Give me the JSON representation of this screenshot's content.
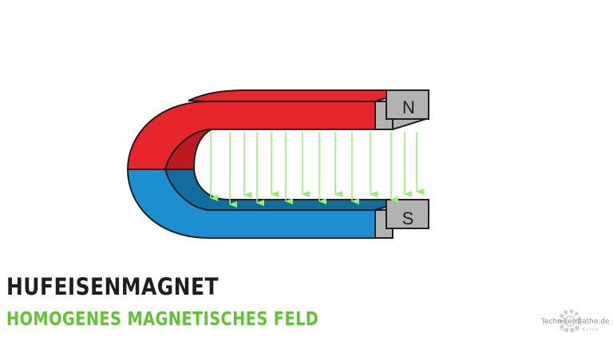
{
  "diagram": {
    "pole_north": "N",
    "pole_south": "S",
    "colors": {
      "north": "#e8252b",
      "north_inner": "#c01820",
      "south": "#1b8fcf",
      "south_inner": "#0f6e9e",
      "pole_face": "#b2b2b2",
      "pole_top": "#d6d6d6",
      "field_lines": "#93f26c"
    }
  },
  "caption": {
    "title": "HUFEISENMAGNET",
    "subtitle": "HOMOGENES MAGNETISCHES FELD"
  },
  "watermark": {
    "text": "Technikermathe.de",
    "subtext": "Online-Kurse"
  }
}
